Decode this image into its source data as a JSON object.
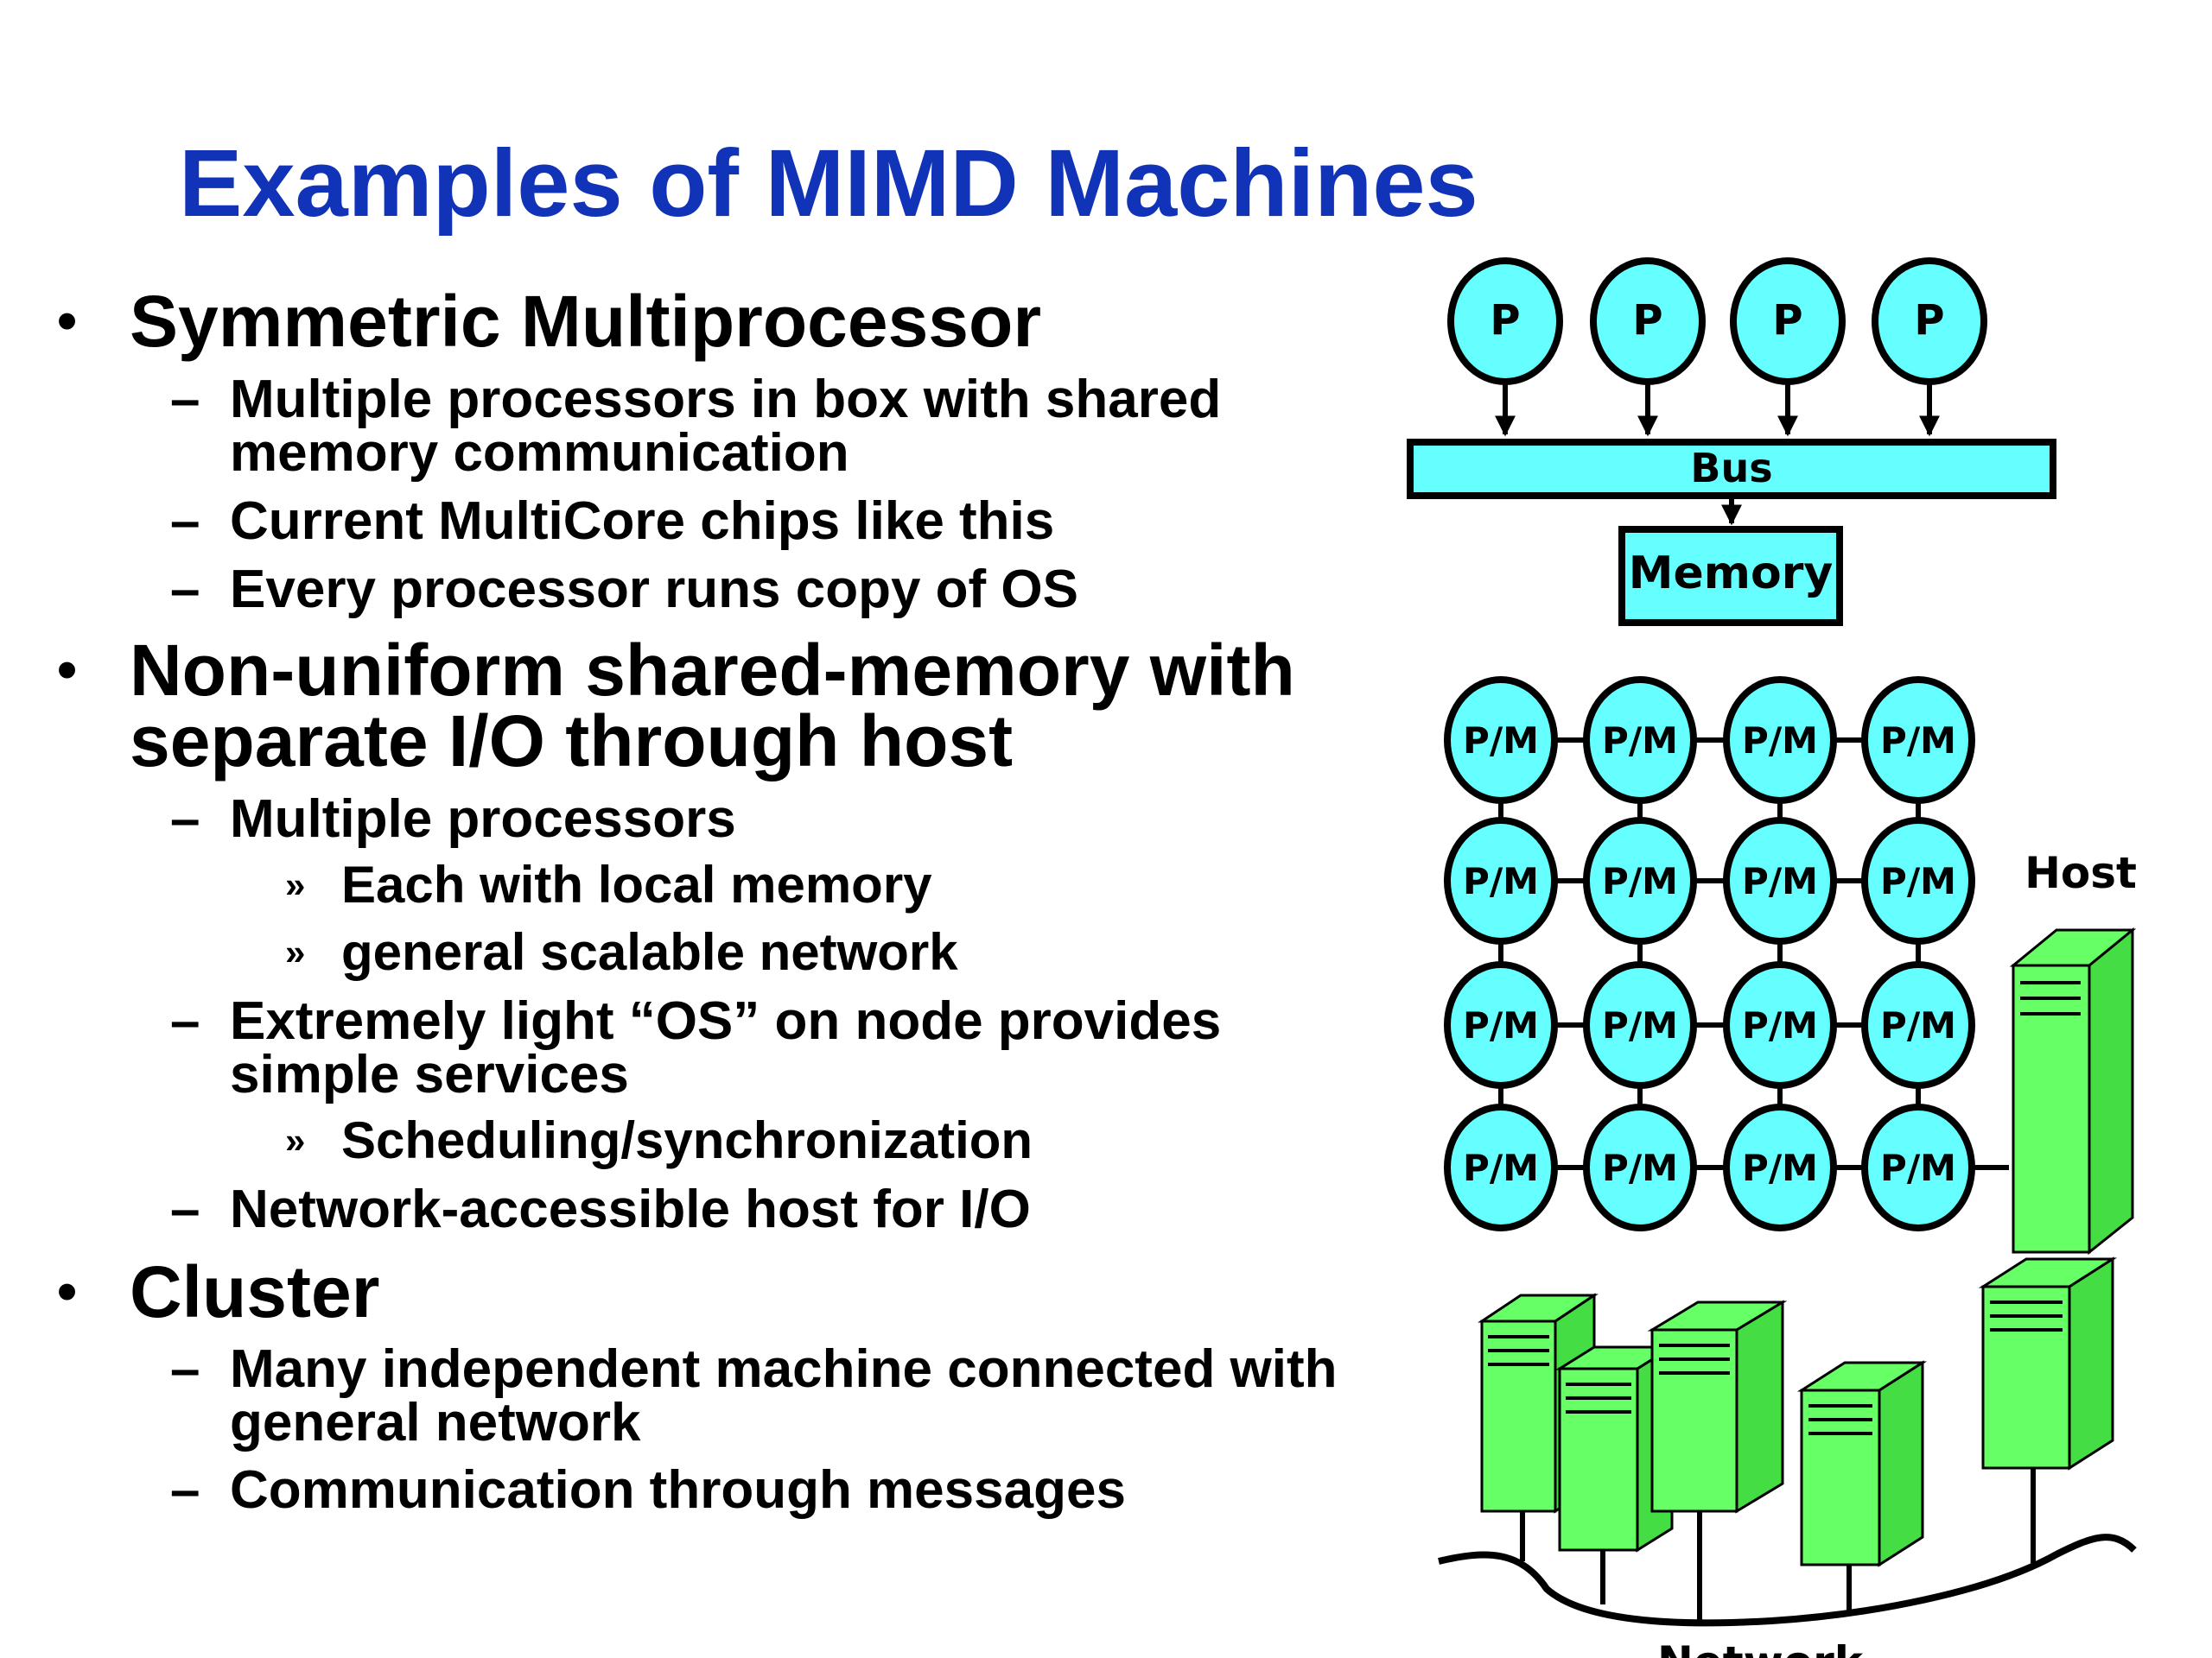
{
  "slide": {
    "title": "Examples of MIMD Machines"
  },
  "bullets": {
    "smp": {
      "heading": "Symmetric Multiprocessor",
      "items": [
        {
          "line1": "Multiple processors in box with shared",
          "line2": "memory communication"
        },
        {
          "line1": "Current MultiCore chips like this"
        },
        {
          "line1": "Every processor runs copy of OS"
        }
      ]
    },
    "numa": {
      "heading_line1": "Non-uniform shared-memory with",
      "heading_line2": "separate I/O through host",
      "items": [
        {
          "line1": "Multiple processors",
          "sub": [
            "Each with local memory",
            "general scalable network"
          ]
        },
        {
          "line1": "Extremely light “OS” on node provides",
          "line2": "simple services",
          "sub": [
            "Scheduling/synchronization"
          ]
        },
        {
          "line1": "Network-accessible host for I/O"
        }
      ]
    },
    "cluster": {
      "heading": "Cluster",
      "items": [
        {
          "line1": "Many independent machine connected with",
          "line2": "general network"
        },
        {
          "line1": "Communication through messages"
        }
      ]
    },
    "markers": {
      "level1": "•",
      "level2": "–",
      "level3": "»"
    }
  },
  "diagram": {
    "smp": {
      "processor_label": "P",
      "bus_label": "Bus",
      "memory_label": "Memory"
    },
    "mesh": {
      "node_label": "P/M",
      "host_label": "Host"
    },
    "cluster": {
      "network_label": "Network"
    },
    "colors": {
      "cyan": "#66ffff",
      "green": "#66ff66",
      "title_blue": "#1033b8"
    }
  }
}
